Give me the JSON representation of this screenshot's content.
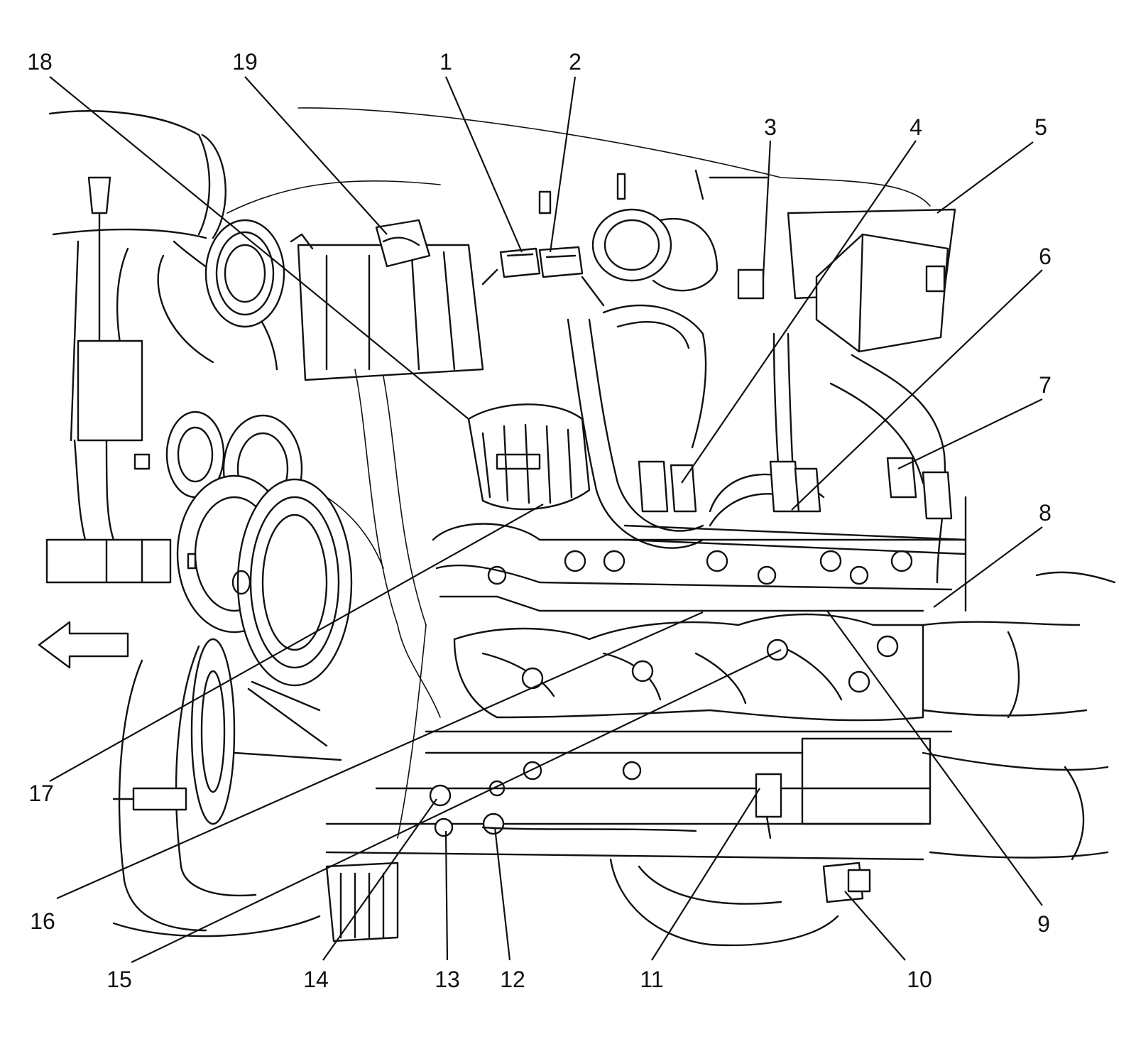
{
  "callouts": [
    {
      "label": "1"
    },
    {
      "label": "2"
    },
    {
      "label": "3"
    },
    {
      "label": "4"
    },
    {
      "label": "5"
    },
    {
      "label": "6"
    },
    {
      "label": "7"
    },
    {
      "label": "8"
    },
    {
      "label": "9"
    },
    {
      "label": "10"
    },
    {
      "label": "11"
    },
    {
      "label": "12"
    },
    {
      "label": "13"
    },
    {
      "label": "14"
    },
    {
      "label": "15"
    },
    {
      "label": "16"
    },
    {
      "label": "17"
    },
    {
      "label": "18"
    },
    {
      "label": "19"
    }
  ],
  "direction_arrow": {
    "icon": "arrow-left-icon"
  },
  "colors": {
    "ink": "#111111",
    "paper": "#ffffff"
  }
}
